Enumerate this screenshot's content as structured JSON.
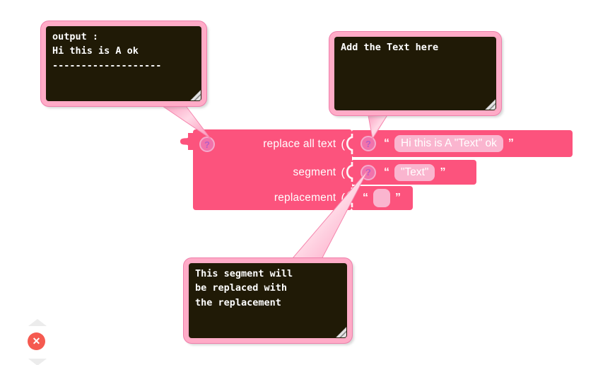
{
  "colors": {
    "block_pink": "#FC537D",
    "field_pink": "#FAB5CF",
    "help_glyph_purple": "#B55FC5",
    "bubble_border_pink": "#FFABC7",
    "bubble_background": "#201A06",
    "bubble_text": "#FFFFFF",
    "error_red": "#F55A50",
    "scroll_arrow_gray": "#ECECEC"
  },
  "icons": {
    "help_glyph": "?",
    "error_glyph": "✕"
  },
  "main_block": {
    "rows": [
      {
        "label": "replace all text",
        "paren": "("
      },
      {
        "label": "segment",
        "paren": "("
      },
      {
        "label": "replacement",
        "paren": "("
      }
    ]
  },
  "text_blocks": [
    {
      "open_quote": "“",
      "value": "Hi this is A \"Text\" ok",
      "close_quote": "”"
    },
    {
      "open_quote": "“",
      "value": "\"Text\"",
      "close_quote": "”"
    },
    {
      "open_quote": "“",
      "value": "",
      "close_quote": "”"
    }
  ],
  "comments": [
    {
      "lines": [
        "output :",
        "Hi this is A ok",
        "-------------------"
      ]
    },
    {
      "lines": [
        "Add the Text here"
      ]
    },
    {
      "lines": [
        "This segment will",
        "be replaced with",
        "the replacement"
      ]
    }
  ]
}
